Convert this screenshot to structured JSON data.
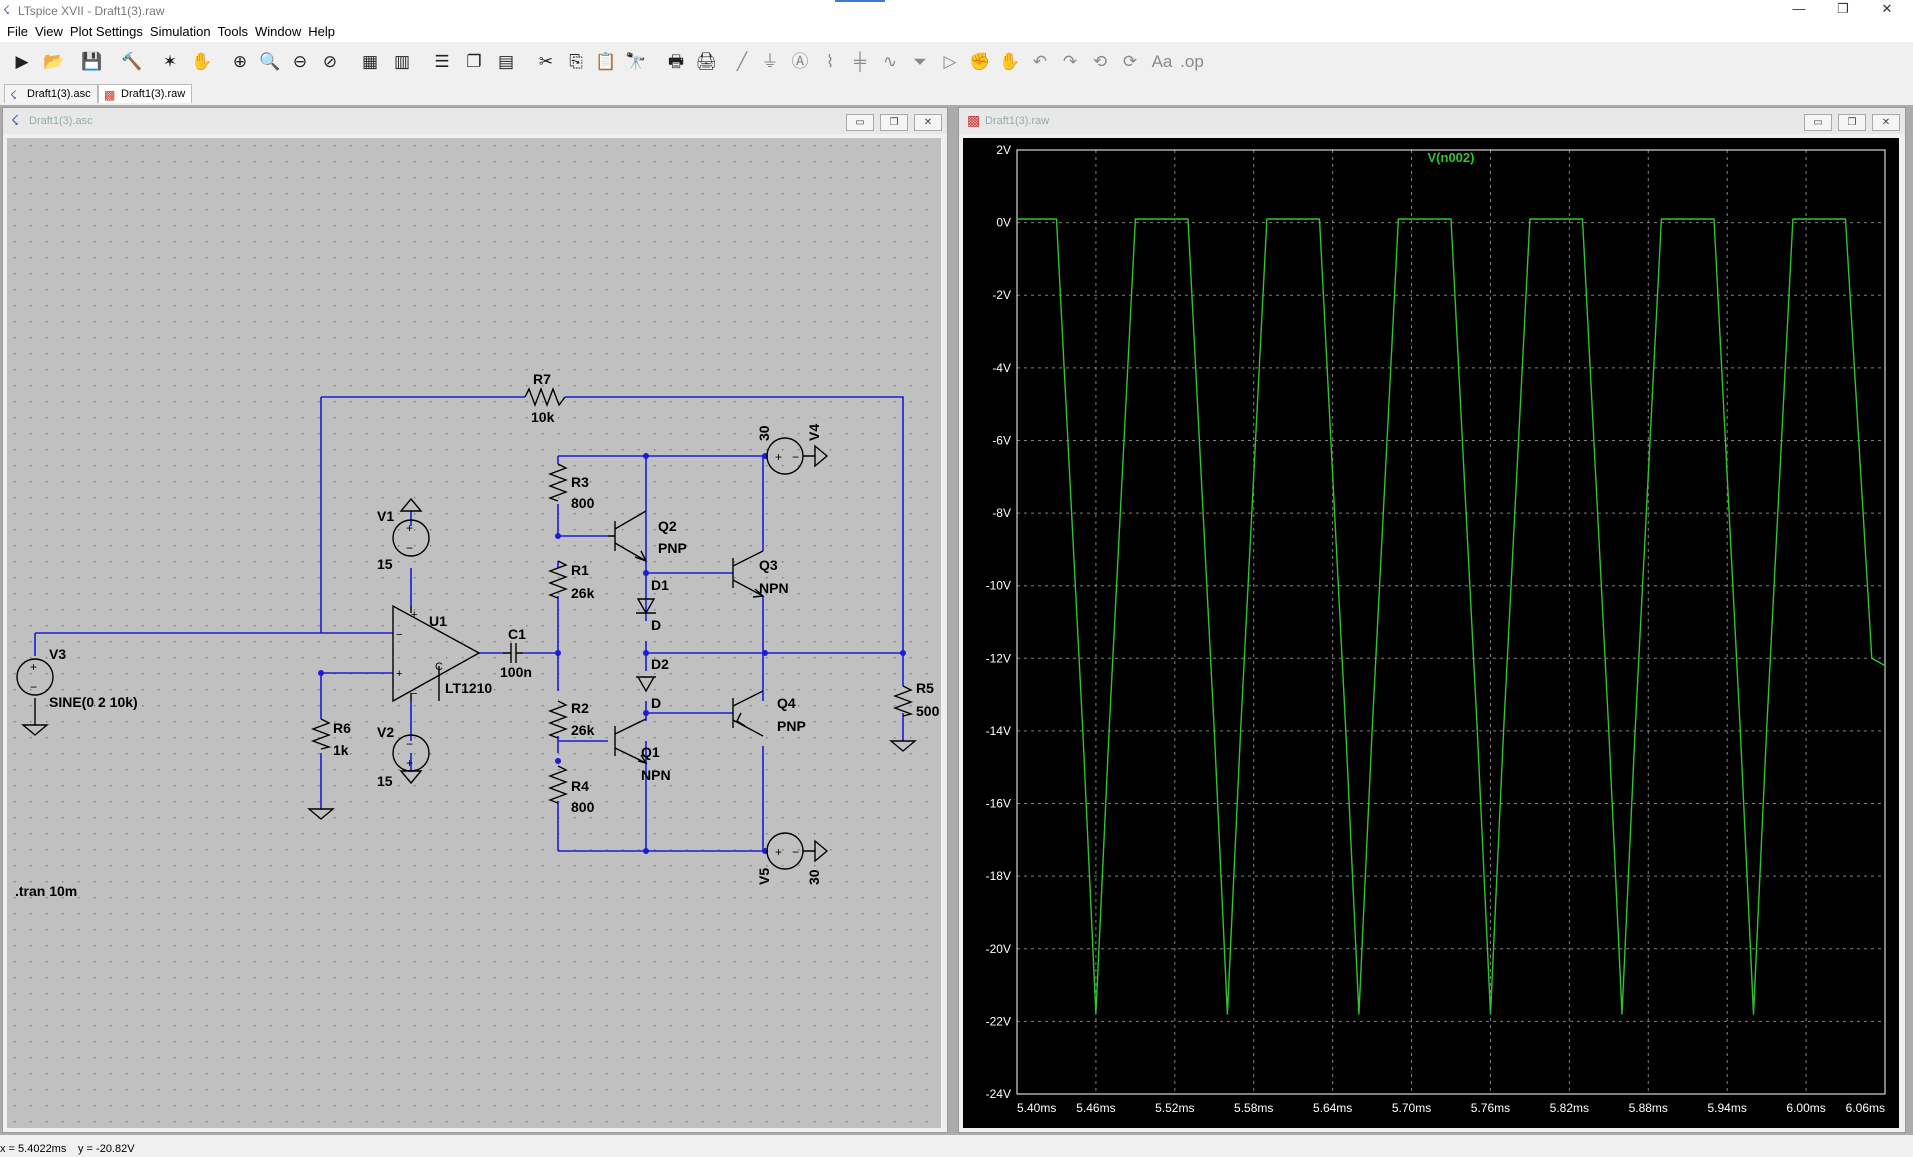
{
  "window": {
    "title": "LTspice XVII - Draft1(3).raw"
  },
  "menu": [
    "File",
    "View",
    "Plot Settings",
    "Simulation",
    "Tools",
    "Window",
    "Help"
  ],
  "toolbar": [
    {
      "name": "run-icon",
      "glyph": "▶"
    },
    {
      "name": "open-icon",
      "glyph": "📂"
    },
    {
      "name": "save-icon",
      "glyph": "💾"
    },
    {
      "name": "control-panel-icon",
      "glyph": "🔨"
    },
    {
      "name": "probe-icon",
      "glyph": "✶"
    },
    {
      "name": "pan-icon",
      "glyph": "✋"
    },
    {
      "name": "zoom-in-icon",
      "glyph": "⊕"
    },
    {
      "name": "zoom-area-icon",
      "glyph": "🔍"
    },
    {
      "name": "zoom-out-icon",
      "glyph": "⊖"
    },
    {
      "name": "zoom-cancel-icon",
      "glyph": "⊘"
    },
    {
      "name": "autorange-icon",
      "glyph": "▦"
    },
    {
      "name": "autorange-y-icon",
      "glyph": "▥"
    },
    {
      "name": "tile-horizontal-icon",
      "glyph": "☰"
    },
    {
      "name": "cascade-icon",
      "glyph": "❐"
    },
    {
      "name": "tile-vertical-icon",
      "glyph": "▤"
    },
    {
      "name": "cut-icon",
      "glyph": "✂"
    },
    {
      "name": "copy-icon",
      "glyph": "⎘"
    },
    {
      "name": "paste-icon",
      "glyph": "📋"
    },
    {
      "name": "find-icon",
      "glyph": "🔭"
    },
    {
      "name": "print-preview-icon",
      "glyph": "🖶"
    },
    {
      "name": "print-icon",
      "glyph": "🖨"
    },
    {
      "name": "wire-icon",
      "glyph": "╱"
    },
    {
      "name": "ground-icon",
      "glyph": "⏚"
    },
    {
      "name": "label-net-icon",
      "glyph": "Ⓐ"
    },
    {
      "name": "resistor-icon",
      "glyph": "⌇"
    },
    {
      "name": "capacitor-icon",
      "glyph": "╪"
    },
    {
      "name": "inductor-icon",
      "glyph": "∿"
    },
    {
      "name": "diode-icon",
      "glyph": "⏷"
    },
    {
      "name": "component-icon",
      "glyph": "▷"
    },
    {
      "name": "move-icon",
      "glyph": "✊"
    },
    {
      "name": "drag-icon",
      "glyph": "✋"
    },
    {
      "name": "undo-icon",
      "glyph": "↶"
    },
    {
      "name": "redo-icon",
      "glyph": "↷"
    },
    {
      "name": "rotate-icon",
      "glyph": "⟲"
    },
    {
      "name": "mirror-icon",
      "glyph": "⟳"
    },
    {
      "name": "text-icon",
      "glyph": "Aa"
    },
    {
      "name": "spice-directive-icon",
      "glyph": ".op"
    }
  ],
  "tabs": [
    {
      "label": "Draft1(3).asc"
    },
    {
      "label": "Draft1(3).raw"
    }
  ],
  "schematic": {
    "title": "Draft1(3).asc",
    "labels": {
      "R7": "R7",
      "R7v": "10k",
      "R3": "R3",
      "R3v": "800",
      "R1": "R1",
      "R1v": "26k",
      "R2": "R2",
      "R2v": "26k",
      "R4": "R4",
      "R4v": "800",
      "R5": "R5",
      "R5v": "500",
      "R6": "R6",
      "R6v": "1k",
      "C1": "C1",
      "C1v": "100n",
      "V1": "V1",
      "V1v": "15",
      "V2": "V2",
      "V2v": "15",
      "V3": "V3",
      "V3v": "SINE(0 2 10k)",
      "V4": "V4",
      "V4v": "30",
      "V5": "V5",
      "V5v": "30",
      "U1": "U1",
      "U1v": "LT1210",
      "Q1": "Q1",
      "Q1v": "NPN",
      "Q2": "Q2",
      "Q2v": "PNP",
      "Q3": "Q3",
      "Q3v": "NPN",
      "Q4": "Q4",
      "Q4v": "PNP",
      "D1": "D1",
      "D1v": "D",
      "D2": "D2",
      "D2v": "D",
      "C": "C",
      "plus": "+",
      "minus": "−",
      "directive": ".tran 10m"
    },
    "colors": {
      "wire": "#1c1cd8",
      "component": "#000000",
      "background": "#c0c0c0",
      "grid": "#7a7a7a"
    }
  },
  "plot": {
    "title": "Draft1(3).raw",
    "chart_data": {
      "type": "line",
      "series": [
        {
          "name": "V(n002)",
          "color": "#2ec52e"
        }
      ],
      "xlabel": "",
      "ylabel": "",
      "xlim": [
        5.4,
        6.06
      ],
      "ylim": [
        -24,
        2
      ],
      "x_ticks": [
        "5.40ms",
        "5.46ms",
        "5.52ms",
        "5.58ms",
        "5.64ms",
        "5.70ms",
        "5.76ms",
        "5.82ms",
        "5.88ms",
        "5.94ms",
        "6.00ms",
        "6.06ms"
      ],
      "y_ticks": [
        "2V",
        "0V",
        "-2V",
        "-4V",
        "-6V",
        "-8V",
        "-10V",
        "-12V",
        "-14V",
        "-16V",
        "-18V",
        "-20V",
        "-22V",
        "-24V"
      ],
      "x_units": "ms",
      "y_units": "V",
      "waveform": {
        "high_V": 0.1,
        "low_V": -21.8,
        "period_ms": 0.1,
        "breakpoints_ms": [
          5.4,
          5.43,
          5.45,
          5.46,
          5.47,
          5.49,
          5.5,
          5.53,
          5.55,
          5.56,
          5.57,
          5.59,
          5.6,
          5.63,
          5.65,
          5.66,
          5.67,
          5.69,
          5.7,
          5.73,
          5.75,
          5.76,
          5.77,
          5.79,
          5.8,
          5.83,
          5.85,
          5.86,
          5.87,
          5.89,
          5.9,
          5.93,
          5.95,
          5.96,
          5.97,
          5.99,
          6.0,
          6.03,
          6.05,
          6.06
        ],
        "breakpoints_V": [
          0.1,
          0.1,
          -14,
          -21.8,
          -14,
          0.1,
          0.1,
          0.1,
          -14,
          -21.8,
          -14,
          0.1,
          0.1,
          0.1,
          -14,
          -21.8,
          -14,
          0.1,
          0.1,
          0.1,
          -14,
          -21.8,
          -14,
          0.1,
          0.1,
          0.1,
          -14,
          -21.8,
          -14,
          0.1,
          0.1,
          0.1,
          -14,
          -21.8,
          -14,
          0.1,
          0.1,
          0.1,
          -12,
          -12.2
        ]
      },
      "grid": true,
      "legend": "top-center",
      "colors": {
        "background": "#000000",
        "grid": "#808080",
        "text": "#ffffff"
      }
    }
  },
  "status": {
    "x": "x = 5.4022ms",
    "y": "y = -20.82V"
  }
}
